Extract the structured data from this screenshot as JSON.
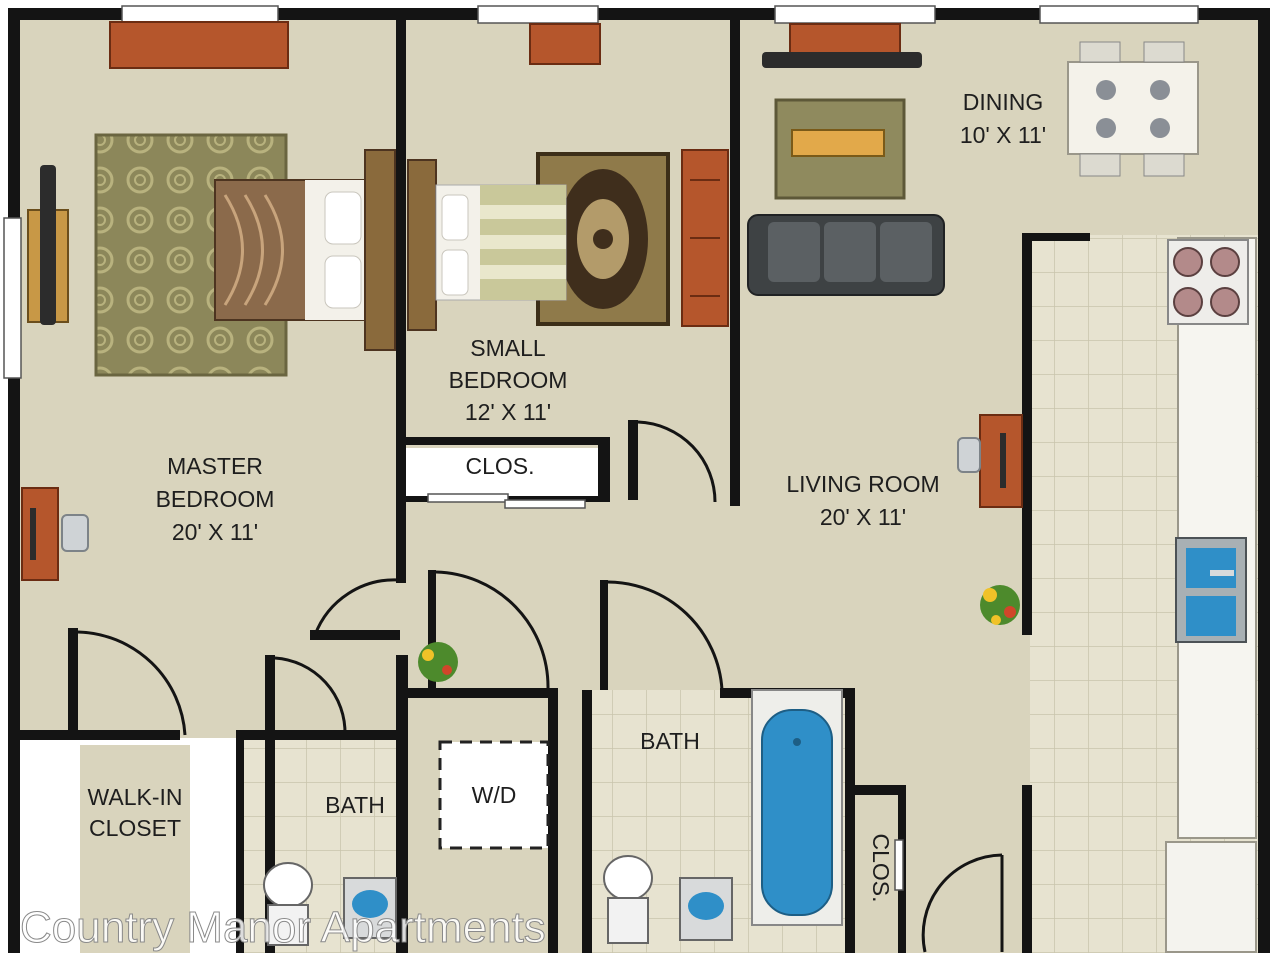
{
  "rooms": {
    "master": {
      "name_line1": "MASTER",
      "name_line2": "BEDROOM",
      "size": "20' X 11'"
    },
    "small": {
      "name_line1": "SMALL",
      "name_line2": "BEDROOM",
      "size": "12' X 11'"
    },
    "living": {
      "name": "LIVING ROOM",
      "size": "20' X 11'"
    },
    "dining": {
      "name": "DINING",
      "size": "10' X 11'"
    },
    "closet_small": "CLOS.",
    "closet_hall": "CLOS.",
    "walkin_line1": "WALK-IN",
    "walkin_line2": "CLOSET",
    "bath_master": "BATH",
    "bath_hall": "BATH",
    "laundry": "W/D"
  },
  "watermark": "Country Manor Apartments",
  "colors": {
    "floor": "#d9d4bd",
    "wall": "#141414",
    "tile": "#e6e2cf",
    "wood": "#b5562c",
    "rug": "#8f8a5e",
    "water": "#2f8fc8"
  },
  "icons": [
    "bed-icon",
    "tv-icon",
    "desk-icon",
    "sofa-icon",
    "dining-table-icon",
    "stove-icon",
    "sink-icon",
    "toilet-icon",
    "bathtub-icon",
    "plant-icon",
    "rug-icon",
    "dresser-icon",
    "door-swing-icon",
    "window-icon"
  ]
}
